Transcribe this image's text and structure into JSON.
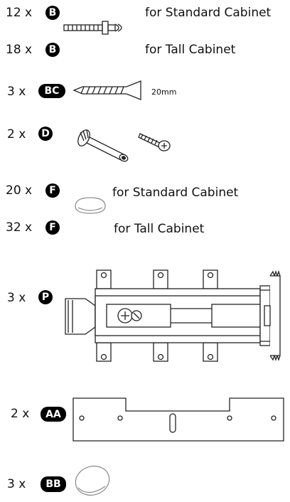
{
  "items": [
    {
      "qty": "12 x",
      "part": "B",
      "desc": "for Standard Cabinet"
    },
    {
      "qty": "18 x",
      "part": "B",
      "desc": "for Tall Cabinet"
    },
    {
      "qty": "3 x",
      "part": "BC",
      "length": "20mm"
    },
    {
      "qty": "2 x",
      "part": "D"
    },
    {
      "qty": "20  x",
      "part": "F",
      "desc": "for Standard Cabinet"
    },
    {
      "qty": "32  x",
      "part": "F",
      "desc": "for Tall Cabinet"
    },
    {
      "qty": "3 x",
      "part": "P"
    },
    {
      "qty": "2 x",
      "part": "AA"
    },
    {
      "qty": "3 x",
      "part": "BB"
    }
  ],
  "icons": [
    "shelf-pin-icon",
    "screw-icon",
    "cam-bolt-icon",
    "cap-icon",
    "bracket-icon",
    "plate-icon"
  ]
}
